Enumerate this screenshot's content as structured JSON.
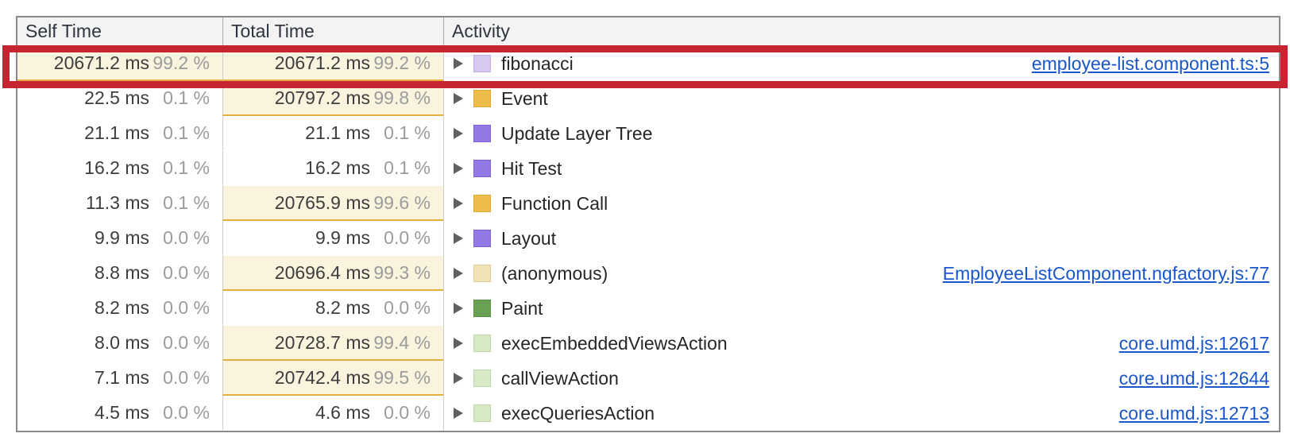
{
  "colors": {
    "highlight_bg": "#faf3de",
    "highlight_underline": "#e6ae3d",
    "annotation_red": "#c52430",
    "link_blue": "#1a56cc",
    "header_bg": "#f3f3f3",
    "table_border": "#8a8a8a"
  },
  "icon_colors": {
    "lavender": {
      "bg": "#d7c8ef",
      "border": "#c2aee6"
    },
    "gold": {
      "bg": "#edbd4b",
      "border": "#dda93a"
    },
    "purple": {
      "bg": "#9278e2",
      "border": "#7f63d6"
    },
    "tan": {
      "bg": "#efe3b5",
      "border": "#ddcd93"
    },
    "green": {
      "bg": "#6ba155",
      "border": "#5b9147"
    },
    "pale_green": {
      "bg": "#d7e9c6",
      "border": "#bcd8a4"
    }
  },
  "table": {
    "columns": [
      "Self Time",
      "Total Time",
      "Activity"
    ],
    "rows": [
      {
        "self_ms": "20671.2 ms",
        "self_pct": "99.2 %",
        "self_hl": true,
        "total_ms": "20671.2 ms",
        "total_pct": "99.2 %",
        "total_hl": true,
        "label": "fibonacci",
        "icon": "lavender",
        "link": "employee-list.component.ts:5",
        "annotated": true
      },
      {
        "self_ms": "22.5 ms",
        "self_pct": "0.1 %",
        "self_hl": false,
        "total_ms": "20797.2 ms",
        "total_pct": "99.8 %",
        "total_hl": true,
        "label": "Event",
        "icon": "gold",
        "link": "",
        "annotated": false
      },
      {
        "self_ms": "21.1 ms",
        "self_pct": "0.1 %",
        "self_hl": false,
        "total_ms": "21.1 ms",
        "total_pct": "0.1 %",
        "total_hl": false,
        "label": "Update Layer Tree",
        "icon": "purple",
        "link": "",
        "annotated": false
      },
      {
        "self_ms": "16.2 ms",
        "self_pct": "0.1 %",
        "self_hl": false,
        "total_ms": "16.2 ms",
        "total_pct": "0.1 %",
        "total_hl": false,
        "label": "Hit Test",
        "icon": "purple",
        "link": "",
        "annotated": false
      },
      {
        "self_ms": "11.3 ms",
        "self_pct": "0.1 %",
        "self_hl": false,
        "total_ms": "20765.9 ms",
        "total_pct": "99.6 %",
        "total_hl": true,
        "label": "Function Call",
        "icon": "gold",
        "link": "",
        "annotated": false
      },
      {
        "self_ms": "9.9 ms",
        "self_pct": "0.0 %",
        "self_hl": false,
        "total_ms": "9.9 ms",
        "total_pct": "0.0 %",
        "total_hl": false,
        "label": "Layout",
        "icon": "purple",
        "link": "",
        "annotated": false
      },
      {
        "self_ms": "8.8 ms",
        "self_pct": "0.0 %",
        "self_hl": false,
        "total_ms": "20696.4 ms",
        "total_pct": "99.3 %",
        "total_hl": true,
        "label": "(anonymous)",
        "icon": "tan",
        "link": "EmployeeListComponent.ngfactory.js:77",
        "annotated": false
      },
      {
        "self_ms": "8.2 ms",
        "self_pct": "0.0 %",
        "self_hl": false,
        "total_ms": "8.2 ms",
        "total_pct": "0.0 %",
        "total_hl": false,
        "label": "Paint",
        "icon": "green",
        "link": "",
        "annotated": false
      },
      {
        "self_ms": "8.0 ms",
        "self_pct": "0.0 %",
        "self_hl": false,
        "total_ms": "20728.7 ms",
        "total_pct": "99.4 %",
        "total_hl": true,
        "label": "execEmbeddedViewsAction",
        "icon": "pale_green",
        "link": "core.umd.js:12617",
        "annotated": false
      },
      {
        "self_ms": "7.1 ms",
        "self_pct": "0.0 %",
        "self_hl": false,
        "total_ms": "20742.4 ms",
        "total_pct": "99.5 %",
        "total_hl": true,
        "label": "callViewAction",
        "icon": "pale_green",
        "link": "core.umd.js:12644",
        "annotated": false
      },
      {
        "self_ms": "4.5 ms",
        "self_pct": "0.0 %",
        "self_hl": false,
        "total_ms": "4.6 ms",
        "total_pct": "0.0 %",
        "total_hl": false,
        "label": "execQueriesAction",
        "icon": "pale_green",
        "link": "core.umd.js:12713",
        "annotated": false
      }
    ]
  }
}
